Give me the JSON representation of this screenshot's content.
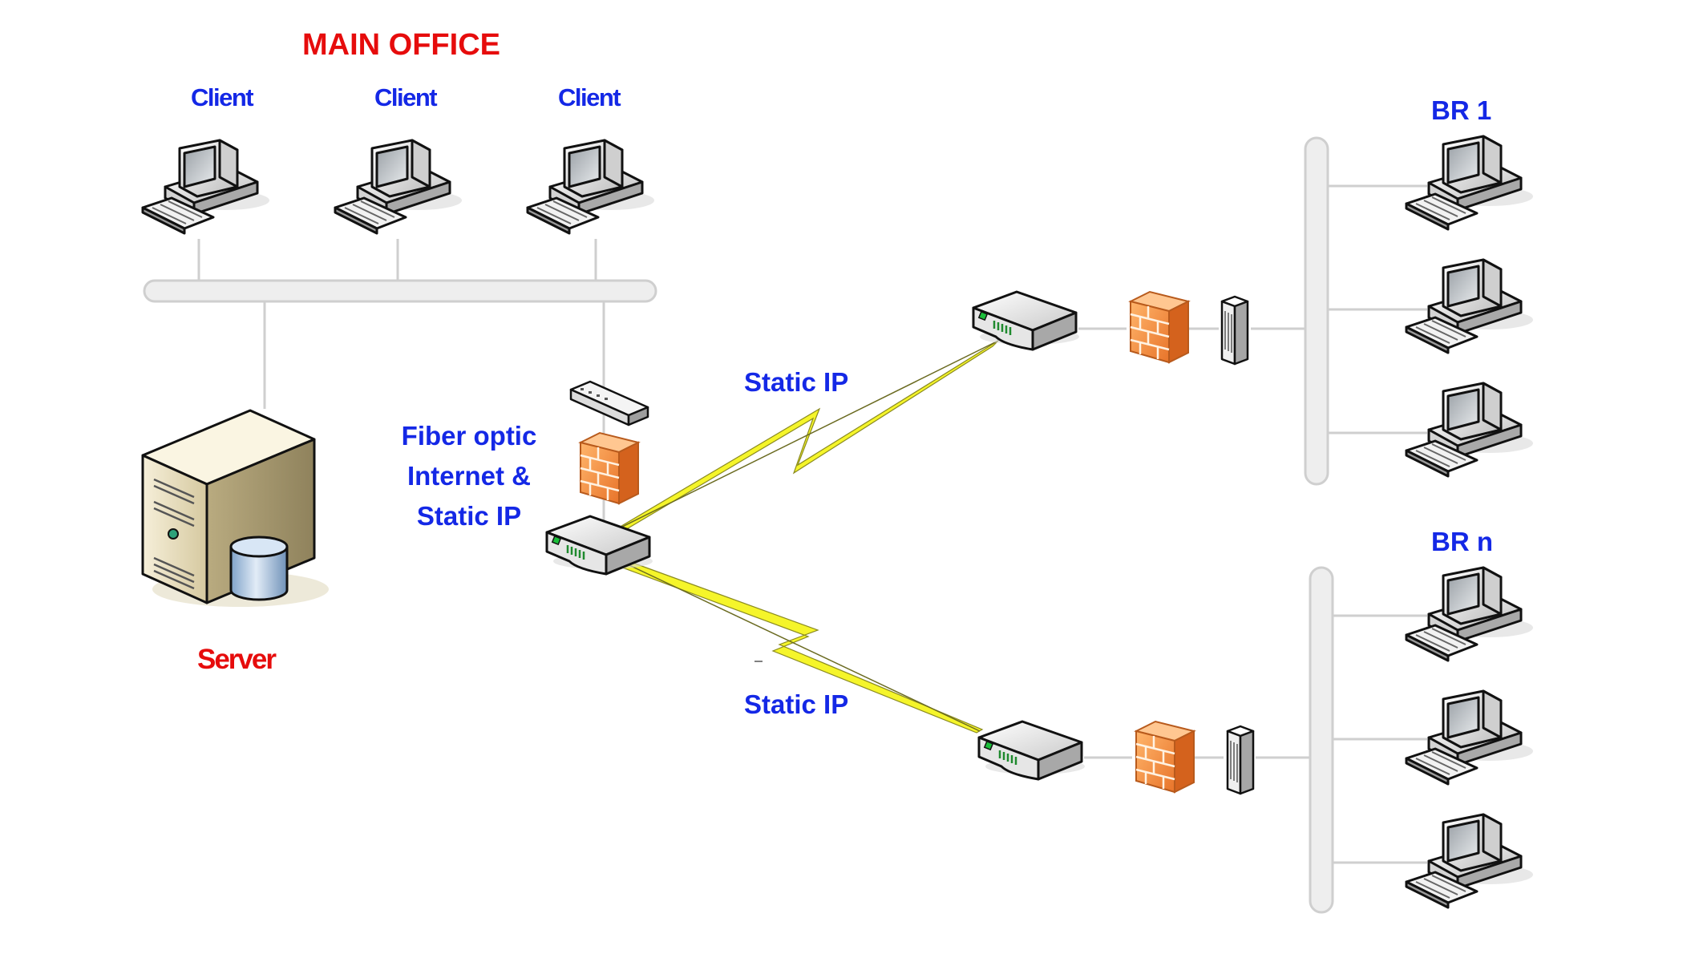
{
  "title": "MAIN OFFICE",
  "client_labels": [
    "Client",
    "Client",
    "Client"
  ],
  "server_label": "Server",
  "fiber_label": [
    "Fiber optic",
    "Internet &",
    "Static IP"
  ],
  "link_labels": [
    "Static IP",
    "Static IP"
  ],
  "branches": [
    "BR 1",
    "BR n"
  ],
  "colors": {
    "label_blue": "#1428e6",
    "label_red": "#e60c0c",
    "bus": "#eeeeee",
    "bus_outline": "#cfcfcf",
    "lightning": "#f5f52a",
    "firewall": "#f08c3c"
  },
  "icons": [
    "workstation-icon",
    "server-icon",
    "database-icon",
    "router-icon",
    "firewall-icon",
    "switch-icon",
    "hub-icon"
  ]
}
